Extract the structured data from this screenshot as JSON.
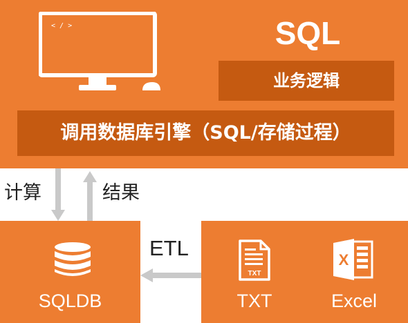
{
  "top": {
    "title": "SQL",
    "business_logic": "业务逻辑",
    "engine": "调用数据库引擎（SQL/存储过程）",
    "monitor_code": "< / >"
  },
  "flow": {
    "down_label": "计算",
    "up_label": "结果",
    "etl_label": "ETL"
  },
  "database": {
    "label": "SQLDB"
  },
  "sources": [
    {
      "label": "TXT",
      "icon": "txt-file-icon",
      "icon_text": "TXT"
    },
    {
      "label": "Excel",
      "icon": "excel-file-icon",
      "icon_text": "X"
    }
  ],
  "colors": {
    "orange": "#ed7d31",
    "dark_orange": "#c55a11",
    "arrow_gray": "#c9c9c9"
  }
}
